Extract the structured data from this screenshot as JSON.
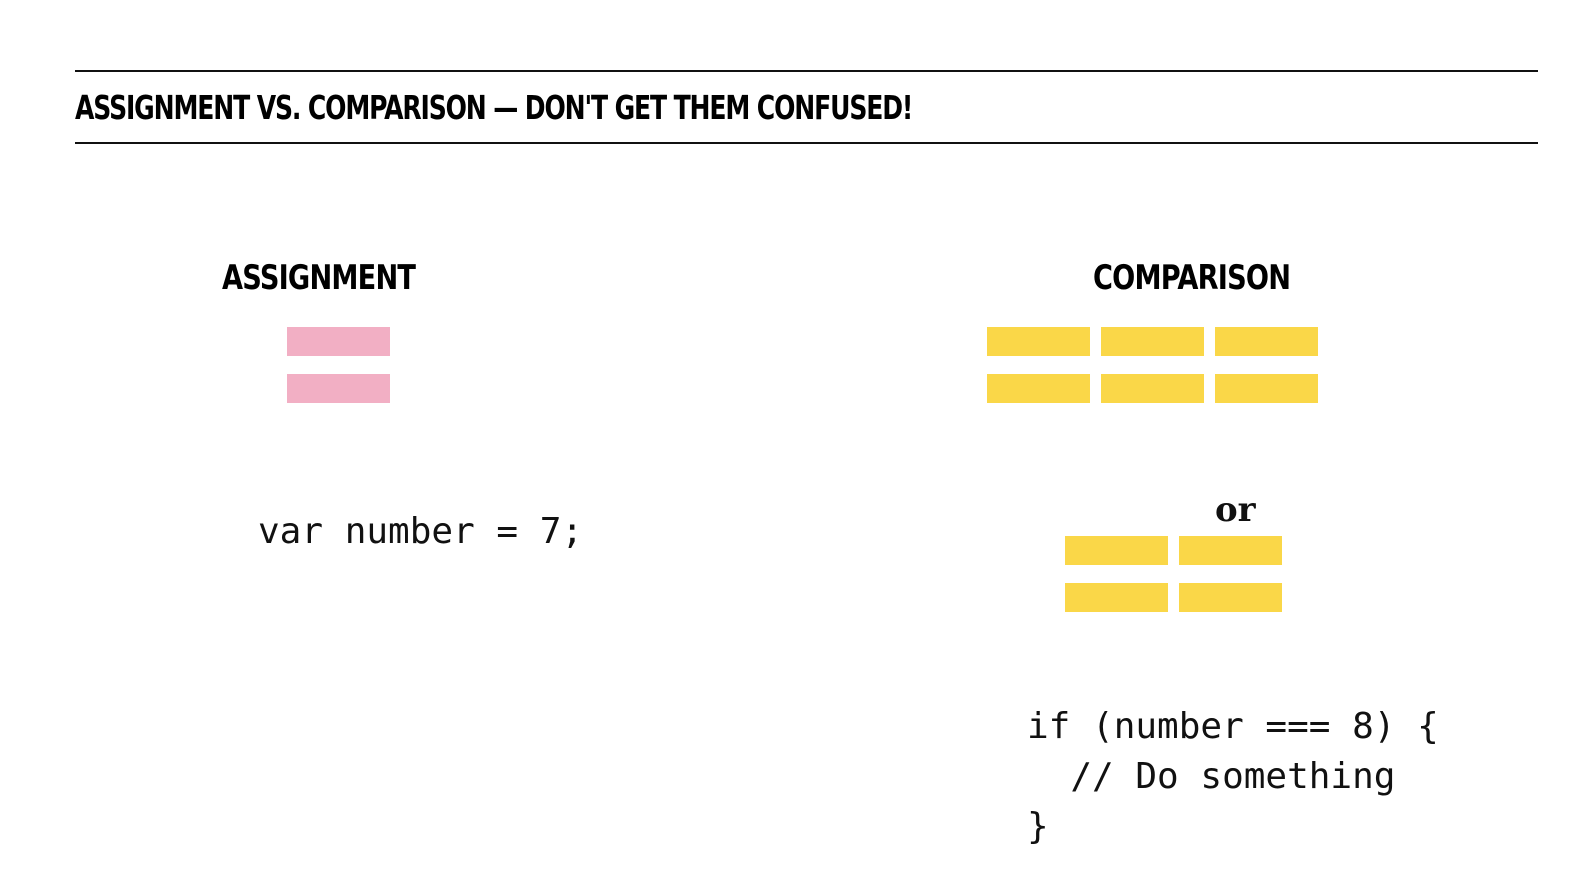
{
  "slide": {
    "title": "ASSIGNMENT VS. COMPARISON — DON'T GET THEM CONFUSED!"
  },
  "assignment": {
    "heading": "ASSIGNMENT",
    "operator_color": "#f2afc4",
    "operator_signs": 1,
    "code": "var number = 7;"
  },
  "comparison": {
    "heading": "COMPARISON",
    "operator_color": "#fad748",
    "strict_operator_signs": 3,
    "or_label": "or",
    "loose_operator_signs": 2,
    "code_lines": [
      "if (number === 8) {",
      "  // Do something",
      "}"
    ]
  }
}
